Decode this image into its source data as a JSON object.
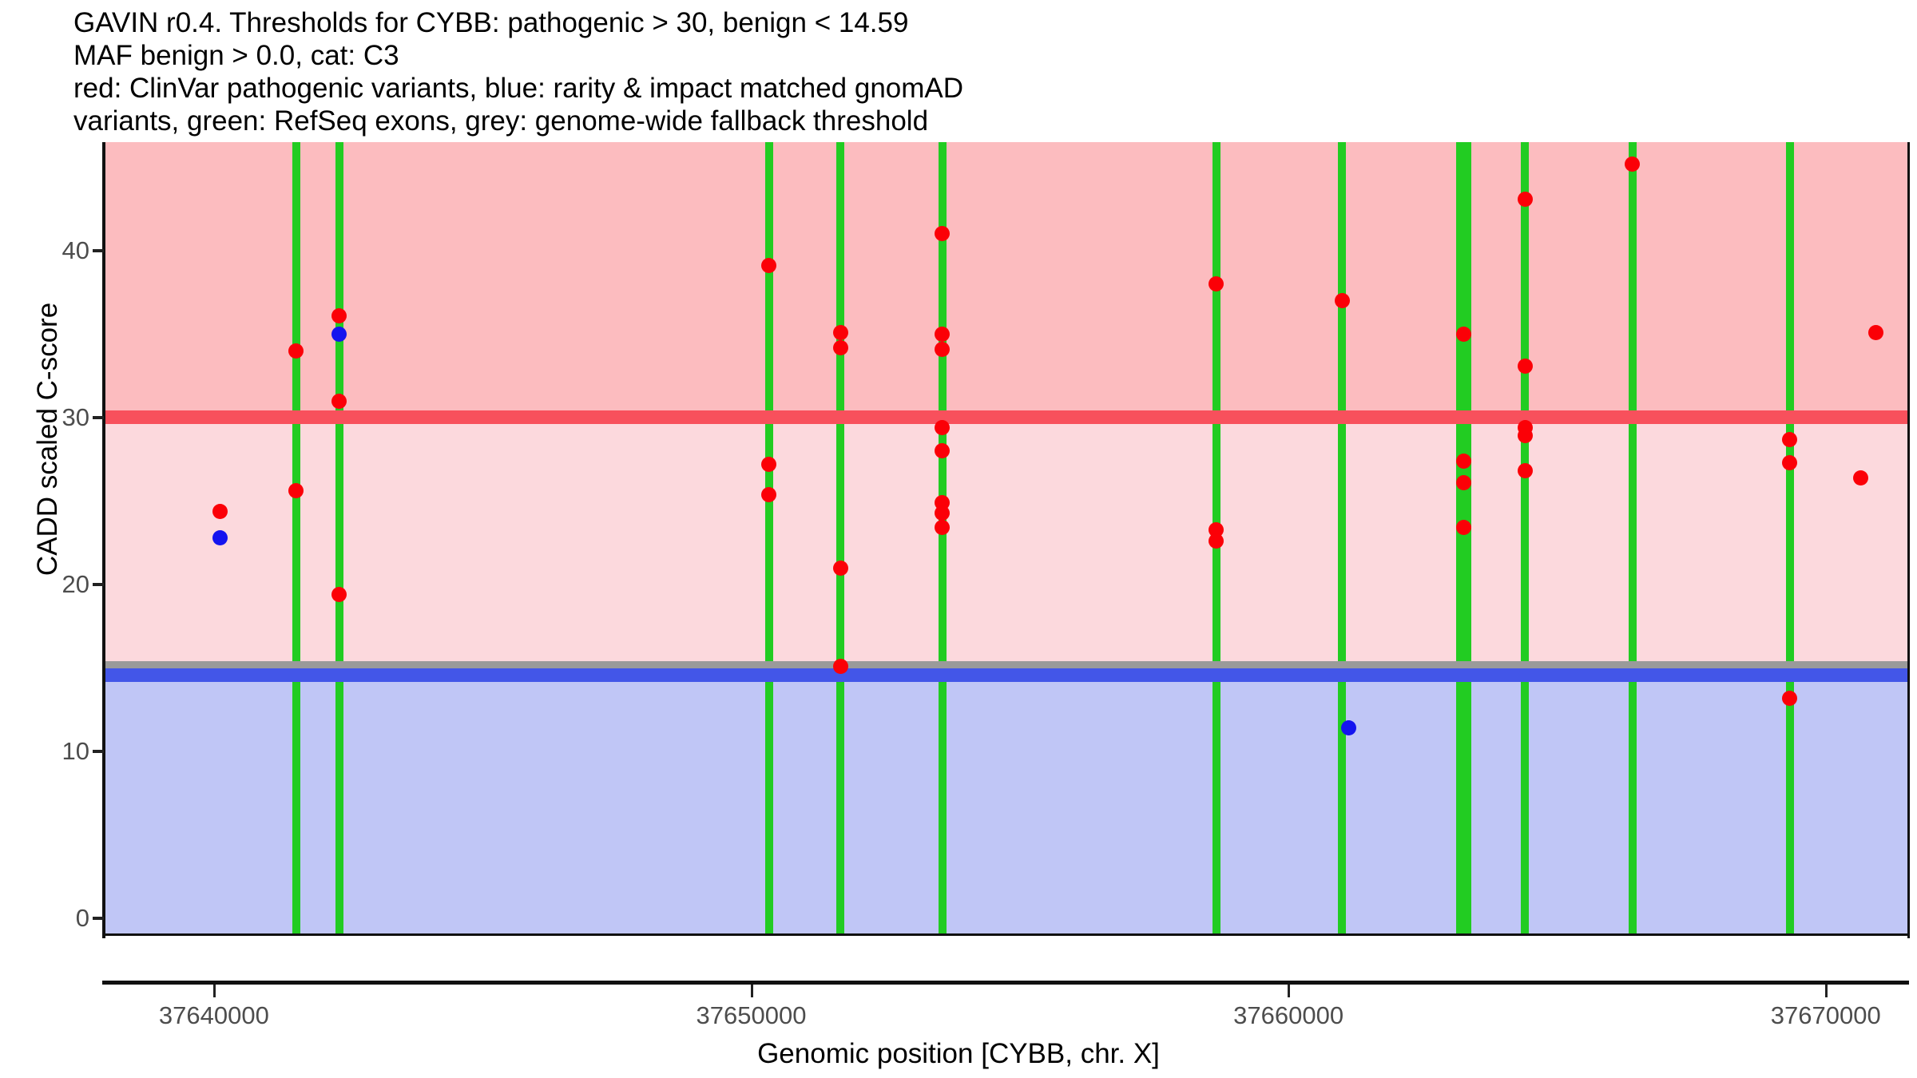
{
  "title": {
    "lines": [
      "GAVIN r0.4. Thresholds for CYBB: pathogenic > 30, benign < 14.59",
      "MAF benign > 0.0, cat: C3",
      "red: ClinVar pathogenic variants, blue: rarity & impact matched gnomAD",
      "variants, green: RefSeq exons, grey: genome-wide fallback threshold"
    ]
  },
  "chart_data": {
    "type": "scatter",
    "title": "GAVIN r0.4. Thresholds for CYBB: pathogenic > 30, benign < 14.59",
    "xlabel": "Genomic position [CYBB, chr. X]",
    "ylabel": "CADD scaled C-score",
    "xlim": [
      37637950,
      37671550
    ],
    "ylim": [
      -1.0,
      46.5
    ],
    "xticks": [
      37640000,
      37650000,
      37660000,
      37670000
    ],
    "xticklabels": [
      "37640000",
      "37650000",
      "37660000",
      "37670000"
    ],
    "yticks": [
      0,
      10,
      20,
      30,
      40
    ],
    "yticklabels": [
      "0",
      "10",
      "20",
      "30",
      "40"
    ],
    "grid": false,
    "legend_position": "none",
    "thresholds": {
      "pathogenic": 30.0,
      "benign": 14.59,
      "genome_wide_fallback": 15.15,
      "pathogenic_line_color": "#f8505c",
      "benign_line_color": "#4356e8",
      "fallback_line_color": "#9a9a9a",
      "pathogenic_zone_color": "#fcbcbf",
      "uncertain_zone_color": "#fcd9dd",
      "benign_zone_color": "#c0c6f6"
    },
    "series": [
      {
        "name": "ClinVar pathogenic variants",
        "color": "#fb0007",
        "marker": "circle",
        "points": [
          [
            37640110,
            24.4
          ],
          [
            37641530,
            34.0
          ],
          [
            37641530,
            25.6
          ],
          [
            37642330,
            36.1
          ],
          [
            37642330,
            31.0
          ],
          [
            37642330,
            19.4
          ],
          [
            37650330,
            39.1
          ],
          [
            37650330,
            27.2
          ],
          [
            37650330,
            25.4
          ],
          [
            37651660,
            35.1
          ],
          [
            37651660,
            34.2
          ],
          [
            37651660,
            21.0
          ],
          [
            37651660,
            15.1
          ],
          [
            37653560,
            41.0
          ],
          [
            37653560,
            35.0
          ],
          [
            37653560,
            34.1
          ],
          [
            37653560,
            29.4
          ],
          [
            37653560,
            28.0
          ],
          [
            37653560,
            24.9
          ],
          [
            37653560,
            24.3
          ],
          [
            37653560,
            23.4
          ],
          [
            37658660,
            38.0
          ],
          [
            37658660,
            23.3
          ],
          [
            37658660,
            22.6
          ],
          [
            37661000,
            37.0
          ],
          [
            37663260,
            35.0
          ],
          [
            37663260,
            27.4
          ],
          [
            37663260,
            26.1
          ],
          [
            37663260,
            23.4
          ],
          [
            37664400,
            43.1
          ],
          [
            37664400,
            33.1
          ],
          [
            37664400,
            29.4
          ],
          [
            37664400,
            28.9
          ],
          [
            37664400,
            26.8
          ],
          [
            37666400,
            45.2
          ],
          [
            37669330,
            28.7
          ],
          [
            37669330,
            27.3
          ],
          [
            37669330,
            13.2
          ],
          [
            37670930,
            35.1
          ],
          [
            37670650,
            26.4
          ]
        ]
      },
      {
        "name": "rarity & impact matched gnomAD variants",
        "color": "#1414ef",
        "marker": "circle",
        "points": [
          [
            37640110,
            22.8
          ],
          [
            37642330,
            35.0
          ],
          [
            37661120,
            11.4
          ]
        ]
      },
      {
        "name": "RefSeq exons",
        "color": "#22cc22",
        "marker": "vline",
        "positions": [
          37641530,
          37642330,
          37650330,
          37651660,
          37653560,
          37658660,
          37661000,
          37663200,
          37663330,
          37664400,
          37666400,
          37669330
        ]
      }
    ]
  },
  "axes": {
    "y_title": "CADD scaled C-score",
    "x_title": "Genomic position [CYBB, chr. X]"
  }
}
